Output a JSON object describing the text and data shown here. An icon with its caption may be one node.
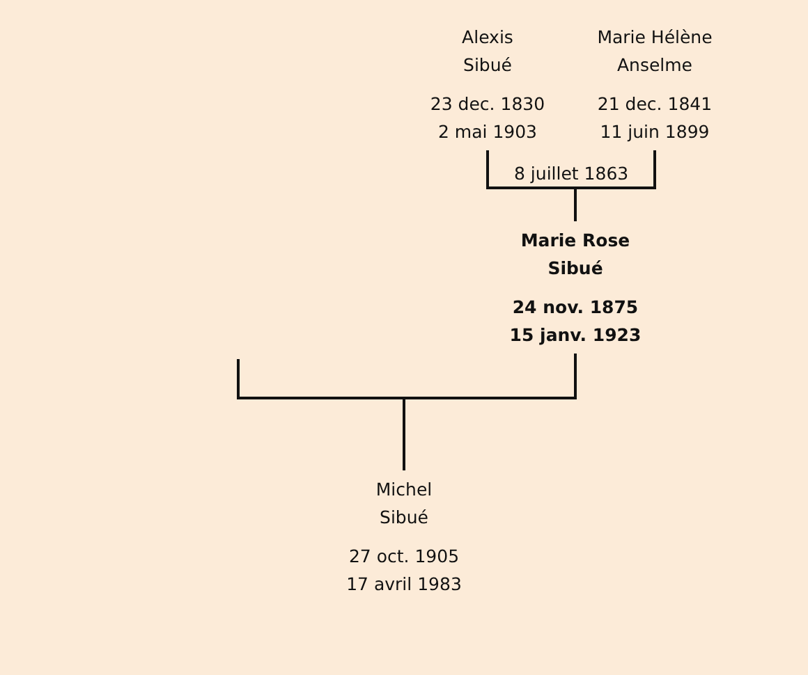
{
  "diagram": {
    "nodes": [
      {
        "text": [
          "Alexis Sibué",
          "23 dec. 1830 2 mai 1903"
        ]
      },
      {
        "text": [
          "Marie Hélène Anselme",
          "21 dec. 1841 11 juin 1899"
        ]
      },
      {
        "text": [
          "Marie Rose Sibué",
          "24 nov. 1875 15 janv. 1923"
        ]
      },
      {
        "text": [
          "Michel Sibué",
          "27 oct. 1905 17 avril 1983"
        ]
      }
    ],
    "edges": [
      {
        "from": 0,
        "to": 2,
        "arrow": "none"
      },
      {
        "from": 1,
        "to": 2,
        "arrow": "none"
      },
      {
        "from": null,
        "to": 3,
        "arrow": "none"
      },
      {
        "from": 2,
        "to": 3,
        "arrow": "none"
      }
    ],
    "labels": [
      "8 juillet 1863"
    ]
  }
}
